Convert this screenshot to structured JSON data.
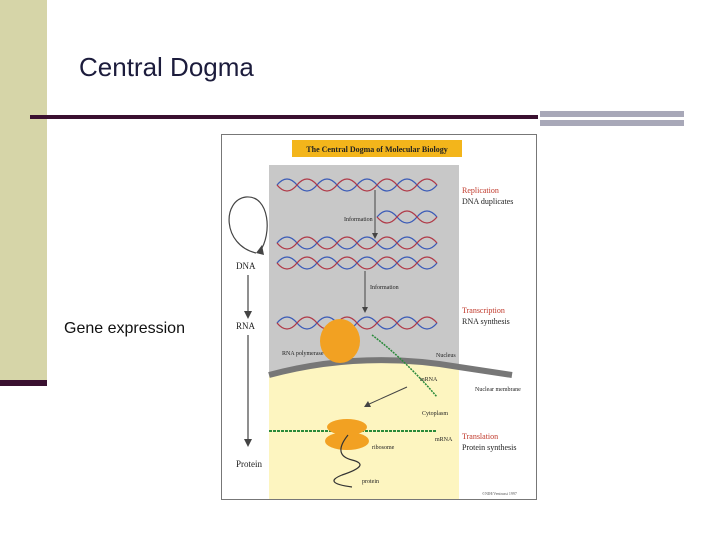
{
  "slide": {
    "title": "Central Dogma",
    "side_label": "Gene expression"
  },
  "figure": {
    "banner": "The Central Dogma of Molecular Biology",
    "left_labels": {
      "dna": "DNA",
      "rna": "RNA",
      "protein": "Protein"
    },
    "inner_labels": {
      "information_1": "Information",
      "information_2": "Information",
      "rna_polymerase": "RNA polymerase",
      "nucleus": "Nucleus",
      "mrna_1": "mRNA",
      "nuclear_membrane": "Nuclear membrane",
      "cytoplasm": "Cytoplasm",
      "mrna_2": "mRNA",
      "ribosome": "ribosome",
      "protein": "protein",
      "credit": "©NIH/Ventrassi 1997"
    },
    "process_labels": {
      "replication": "Replication",
      "replication_sub": "DNA duplicates",
      "transcription": "Transcription",
      "transcription_sub": "RNA synthesis",
      "translation": "Translation",
      "translation_sub": "Protein synthesis"
    },
    "colors": {
      "banner_bg": "#f3b51b",
      "nucleus_bg": "#c8c8c8",
      "cytoplasm_bg": "#fdf5c0",
      "process_label": "#c0392b",
      "enzyme": "#f2a122"
    }
  }
}
